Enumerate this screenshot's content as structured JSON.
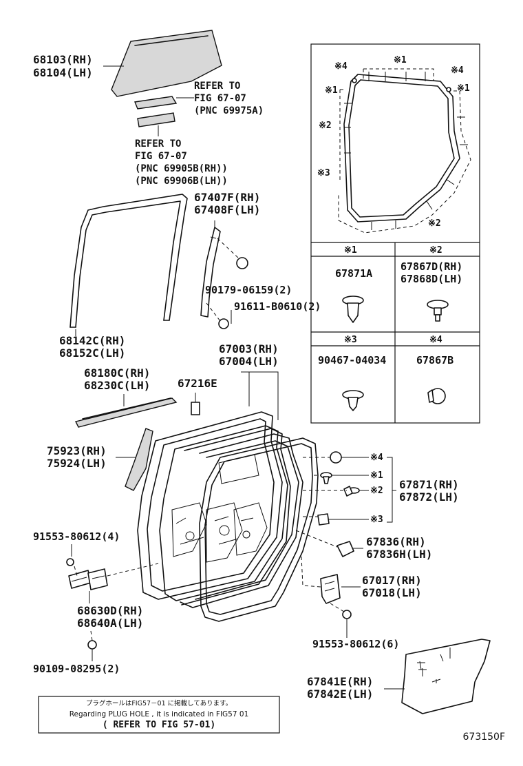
{
  "labels": {
    "l68103": "68103(RH)",
    "l68104": "68104(LH)",
    "refer1_a": "REFER TO",
    "refer1_b": "FIG 67-07",
    "refer1_c": "(PNC 69975A)",
    "refer2_a": "REFER TO",
    "refer2_b": "FIG 67-07",
    "refer2_c": "(PNC 69905B(RH))",
    "refer2_d": "(PNC 69906B(LH))",
    "l67407": "67407F(RH)",
    "l67408": "67408F(LH)",
    "l90179": "90179-06159(2)",
    "l91611": "91611-B0610(2)",
    "l68142": "68142C(RH)",
    "l68152": "68152C(LH)",
    "l67003": "67003(RH)",
    "l67004": "67004(LH)",
    "l68180": "68180C(RH)",
    "l68230": "68230C(LH)",
    "l67216": "67216E",
    "l75923": "75923(RH)",
    "l75924": "75924(LH)",
    "l91553a": "91553-80612(4)",
    "l68630": "68630D(RH)",
    "l68640": "68640A(LH)",
    "l90109": "90109-08295(2)",
    "l67871": "67871(RH)",
    "l67872": "67872(LH)",
    "l67836": "67836(RH)",
    "l67836h": "67836H(LH)",
    "l67017": "67017(RH)",
    "l67018": "67018(LH)",
    "l91553b": "91553-80612(6)",
    "l67841": "67841E(RH)",
    "l67842": "67842E(LH)",
    "m4": "※4",
    "m1": "※1",
    "m2": "※2",
    "m3": "※3"
  },
  "inset": {
    "marks": {
      "m1": "※1",
      "m2": "※2",
      "m3": "※3",
      "m4": "※4"
    },
    "cells": [
      {
        "mark": "※1",
        "part": "67871A"
      },
      {
        "mark": "※2",
        "part_a": "67867D(RH)",
        "part_b": "67868D(LH)"
      },
      {
        "mark": "※3",
        "part": "90467-04034"
      },
      {
        "mark": "※4",
        "part": "67867B"
      }
    ]
  },
  "note": {
    "jp": "プラグホールはFIG57－01 に掲載してあります。",
    "en": "Regarding PLUG HOLE , it is indicated in FIG57  01",
    "ref": "( REFER TO FIG 57-01)"
  },
  "figure_id": "673150F"
}
